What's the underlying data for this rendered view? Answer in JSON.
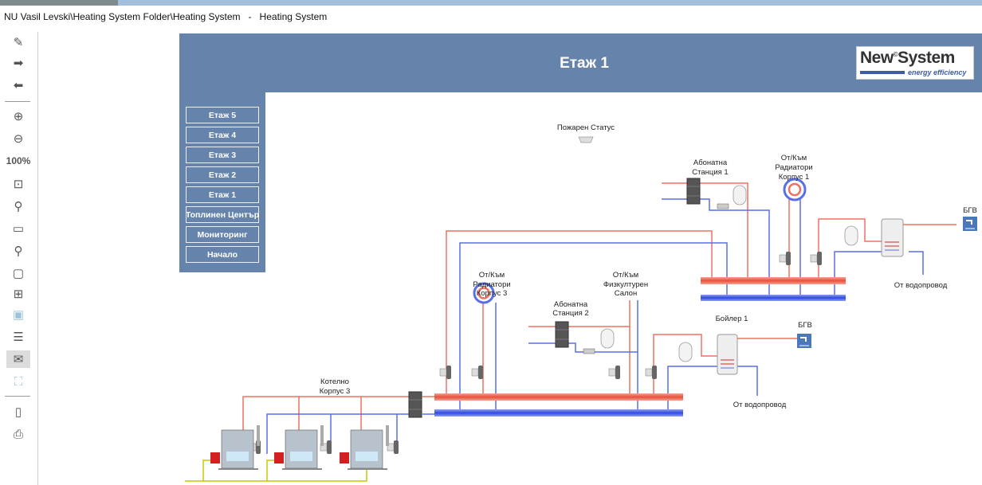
{
  "window": {
    "title": "NU Vasil Levski\\Heating System Folder\\Heating System   -   Heating System"
  },
  "toolbar": {
    "items": [
      "pencil-icon",
      "arrow-right-icon",
      "arrow-left-icon",
      "zoom-in-icon",
      "zoom-out-icon",
      "zoom-100",
      "fit-screen-icon",
      "magnifier-icon",
      "window-icon",
      "zoom-check-icon",
      "frame-icon",
      "pan-icon",
      "frame-light-icon",
      "menu-lines-icon",
      "comment-icon",
      "presentation-icon",
      "page-icon",
      "print-icon"
    ],
    "zoom_label": "100%"
  },
  "header": {
    "title": "Етаж 1",
    "logo": {
      "text": "New System",
      "tagline": "energy efficiency"
    }
  },
  "nav": {
    "buttons": [
      "Етаж 5",
      "Етаж 4",
      "Етаж 3",
      "Етаж 2",
      "Етаж 1",
      "Топлинен Център",
      "Мониторинг",
      "Начало"
    ]
  },
  "diagram": {
    "fire_status": "Пожарен Статус",
    "station1": [
      "Абонатна",
      "Станция 1"
    ],
    "radiators1": [
      "От/Към",
      "Радиатори",
      "Корпус 1"
    ],
    "bgv1": "БГВ",
    "water1": "От водопровод",
    "radiators3": [
      "От/Към",
      "Радиатори",
      "Корпус 3"
    ],
    "station2": [
      "Абонатна",
      "Станция 2"
    ],
    "gym": [
      "От/Към",
      "Физкултурен",
      "Салон"
    ],
    "boiler1": "Бойлер 1",
    "bgv2": "БГВ",
    "water2": "От водопровод",
    "boiler_room": [
      "Котелно",
      "Корпус 3"
    ]
  },
  "colors": {
    "hot": "#f07060",
    "cold": "#5a6ee8",
    "panel": "#6684ab",
    "gas": "#c8c800"
  }
}
